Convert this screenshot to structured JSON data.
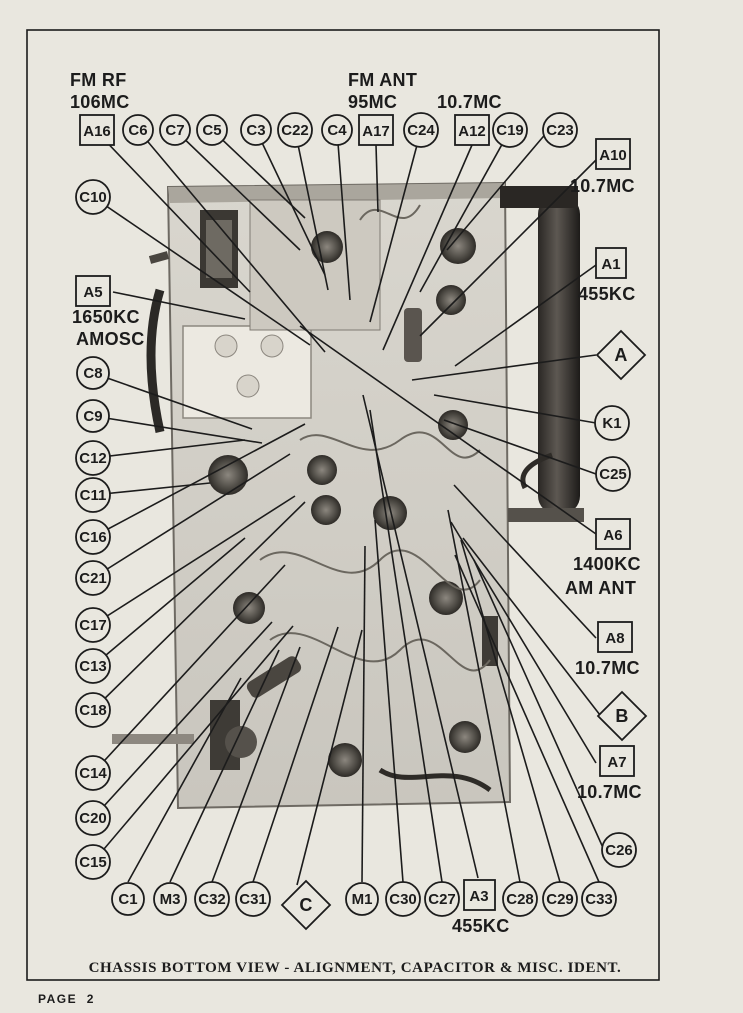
{
  "frequency_labels": {
    "fm_rf": "FM RF",
    "fm_rf_freq": "106MC",
    "fm_ant": "FM ANT",
    "fm_ant_freq": "95MC",
    "top_if": "10.7MC",
    "a10_freq": "10.7MC",
    "a1_freq": "455KC",
    "a5_freq": "1650KC",
    "a5_name": "AMOSC",
    "a6_freq": "1400KC",
    "a6_name": "AM ANT",
    "a8_freq": "10.7MC",
    "a7_freq": "10.7MC",
    "a3_freq": "455KC"
  },
  "top_row": [
    "A16",
    "C6",
    "C7",
    "C5",
    "C3",
    "C22",
    "C4",
    "A17",
    "C24",
    "A12",
    "C19",
    "C23"
  ],
  "left_column": [
    "C10",
    "A5",
    "C8",
    "C9",
    "C12",
    "C11",
    "C16",
    "C21",
    "C17",
    "C13",
    "C18",
    "C14",
    "C20",
    "C15"
  ],
  "right_column": [
    "A10",
    "A1",
    "A",
    "K1",
    "C25",
    "A6",
    "A8",
    "B",
    "A7",
    "C26"
  ],
  "bottom_row": [
    "C1",
    "M3",
    "C32",
    "C31",
    "C",
    "M1",
    "C30",
    "C27",
    "A3",
    "C28",
    "C29",
    "C33"
  ],
  "caption": "CHASSIS BOTTOM VIEW - ALIGNMENT, CAPACITOR & MISC. IDENT.",
  "page_label": "PAGE  2",
  "colors": {
    "paper": "#e9e7df",
    "ink": "#1c1c1c",
    "photo_bg": "#b9b6ad",
    "chassis": "#d6d3cb"
  }
}
